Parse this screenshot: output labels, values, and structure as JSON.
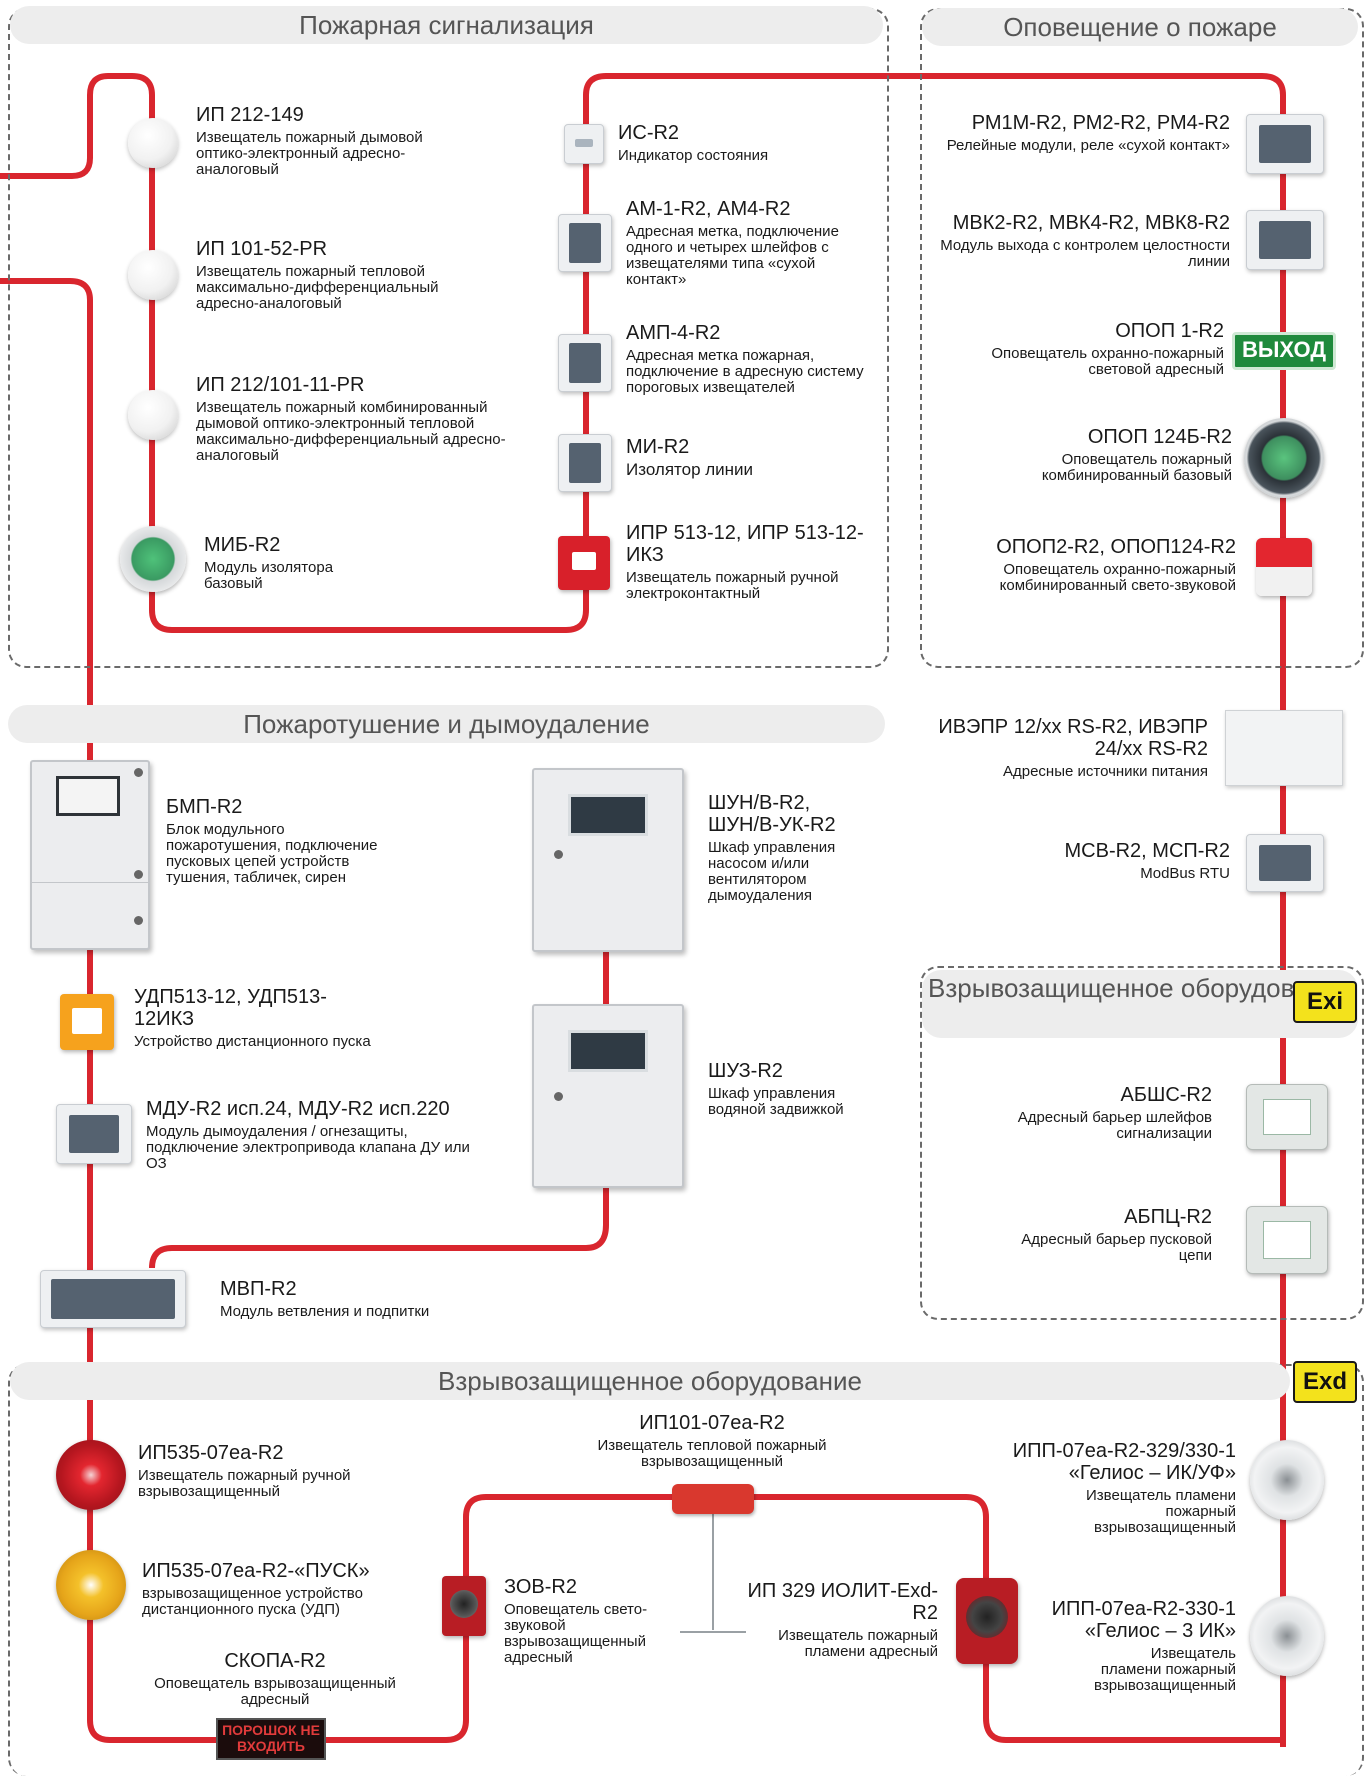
{
  "sections": {
    "fire_alarm": "Пожарная сигнализация",
    "warning": "Оповещение о пожаре",
    "extinguishing": "Пожаротушение и дымоудаление",
    "exi_title": "Взрывозащищенное оборудование",
    "exd_title": "Взрывозащищенное оборудование",
    "exi_badge": "Exi",
    "exd_badge": "Exd"
  },
  "devices": {
    "ip212_149": {
      "title": "ИП 212-149",
      "desc": "Извещатель пожарный дымовой оптико-электронный адресно-аналоговый"
    },
    "ip101_52": {
      "title": "ИП 101-52-PR",
      "desc": "Извещатель пожарный тепловой максимально-дифференциальный адресно-аналоговый"
    },
    "ip212_101": {
      "title": "ИП 212/101-11-PR",
      "desc": "Извещатель пожарный комбинированный дымовой оптико-электронный тепловой максимально-дифференциальный адресно-аналоговый"
    },
    "mib": {
      "title": "МИБ-R2",
      "desc": "Модуль изолятора базовый"
    },
    "is_r2": {
      "title": "ИС-R2",
      "desc": "Индикатор состояния"
    },
    "am": {
      "title": "АМ-1-R2, АМ4-R2",
      "desc": "Адресная метка, подключение одного и четырех шлейфов с извещателями типа «сухой контакт»"
    },
    "amp": {
      "title": "АМП-4-R2",
      "desc": "Адресная метка пожарная, подключение в адресную сис­тему пороговых извещателей"
    },
    "mi": {
      "title": "МИ-R2",
      "desc": "Изолятор линии"
    },
    "ipr": {
      "title": "ИПР 513-12, ИПР 513-12-ИКЗ",
      "desc": "Извещатель пожарный ручной электроконтактный"
    },
    "rm": {
      "title": "РМ1М-R2, РМ2-R2, РМ4-R2",
      "desc": "Релейные модули, реле «сухой контакт»"
    },
    "mvk": {
      "title": "МВК2-R2, МВК4-R2, МВК8-R2",
      "desc": "Модуль выхода с контролем целостности линии"
    },
    "opop1": {
      "title": "ОПОП 1-R2",
      "desc": "Оповещатель охранно-пожарный световой адресный"
    },
    "exit_sign": "ВЫХОД",
    "opop124b": {
      "title": "ОПОП 124Б-R2",
      "desc": "Оповещатель пожарный комбинированный базовый"
    },
    "opop2": {
      "title": "ОПОП2-R2, ОПОП124-R2",
      "desc": "Оповещатель охранно-пожарный комбинированный свето-звуковой"
    },
    "ivepr": {
      "title": "ИВЭПР 12/xx RS-R2, ИВЭПР 24/xx RS-R2",
      "desc": "Адресные источники питания"
    },
    "msv": {
      "title": "МСВ-R2, МСП-R2",
      "desc": "ModBus RTU"
    },
    "bmp": {
      "title": "БМП-R2",
      "desc": "Блок модульного пожаротушения, подключение пусковых цепей устройств тушения, табличек, сирен"
    },
    "shun": {
      "title": "ШУН/В-R2, ШУН/В-УК-R2",
      "desc": "Шкаф управления насосом и/или вентилятором дымоудаления"
    },
    "udp": {
      "title": "УДП513-12, УДП513-12ИКЗ",
      "desc": "Устройство дистанционного пуска"
    },
    "shuz": {
      "title": "ШУЗ-R2",
      "desc": "Шкаф управления водяной задвижкой"
    },
    "mdu": {
      "title": "МДУ-R2 исп.24, МДУ-R2 исп.220",
      "desc": "Модуль дымоудаления / огнезащиты, подключение электропривода клапана ДУ или ОЗ"
    },
    "mvp": {
      "title": "МВП-R2",
      "desc": "Модуль ветвления и подпитки"
    },
    "abshs": {
      "title": "АБШС-R2",
      "desc": "Адресный барьер шлейфов сигнализации"
    },
    "abpc": {
      "title": "АБПЦ-R2",
      "desc": "Адресный барьер пусковой цепи"
    },
    "ip535": {
      "title": "ИП535-07ea-R2",
      "desc": "Извещатель пожарный ручной взрывозащищенный"
    },
    "ip535_pusk": {
      "title": "ИП535-07ea-R2-«ПУСК»",
      "desc": "взрывозащищенное устройство дистанционного пуска (УДП)"
    },
    "skopa": {
      "title": "СКОПА-R2",
      "desc": "Оповещатель взрывозащищенный адресный"
    },
    "sign_text": "ПОРОШОК НЕ ВХОДИТЬ",
    "zov": {
      "title": "ЗОВ-R2",
      "desc": "Оповещатель свето-звуковой взрывозащищенный адресный"
    },
    "ip101_07": {
      "title": "ИП101-07ea-R2",
      "desc": "Извещатель тепловой пожарный взрывозащищенный"
    },
    "ip329": {
      "title": "ИП 329 ИОЛИТ-Exd-R2",
      "desc": "Извещатель пожарный пламени адресный"
    },
    "ipp_329_330": {
      "title": "ИПП-07ea-R2-329/330-1 «Гелиос – ИК/УФ»",
      "desc": "Извещатель пламени пожарный взрывозащищенный"
    },
    "ipp_330": {
      "title": "ИПП-07ea-R2-330-1 «Гелиос – 3 ИК»",
      "desc": "Извещатель пламени пожарный взрывозащищенный"
    }
  },
  "colors": {
    "wire": "#d9262e",
    "frame": "#6a6a6a",
    "badge": "#f3e21c",
    "exit_green": "#1f8a3c"
  }
}
